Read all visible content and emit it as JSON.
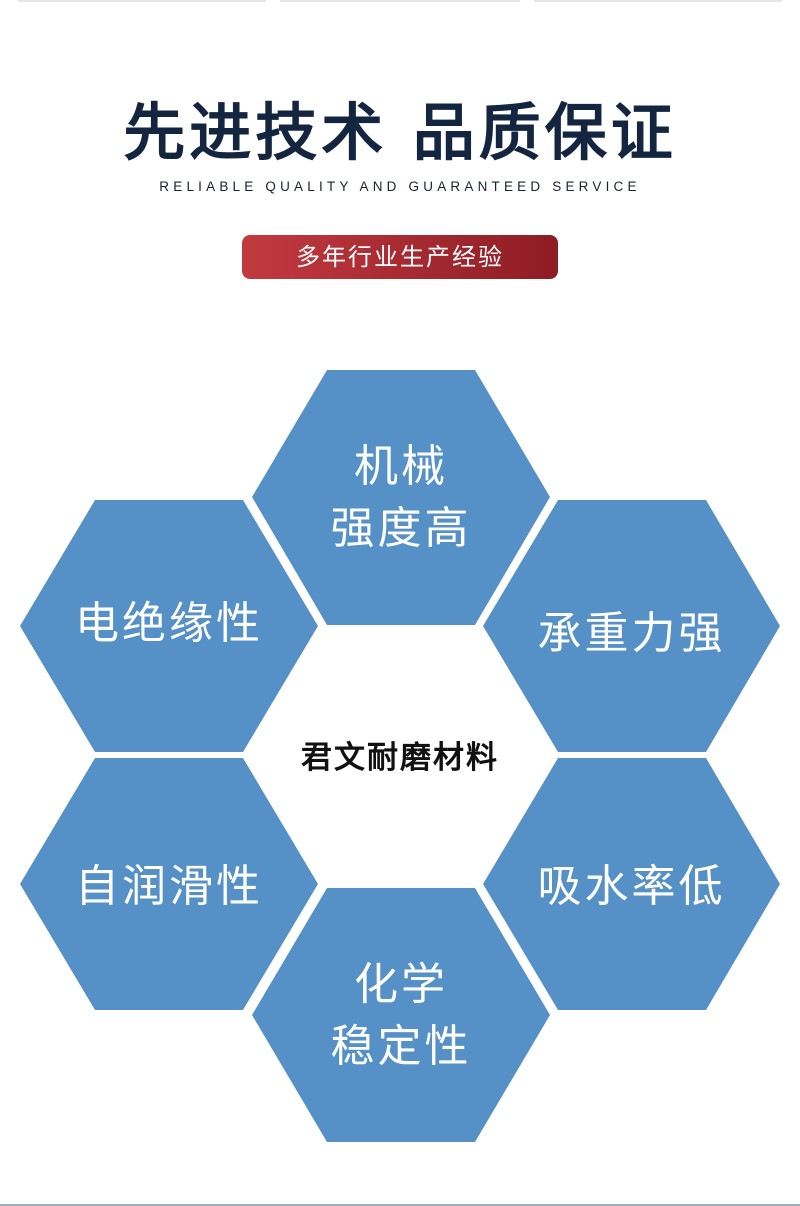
{
  "header": {
    "title": "先进技术 品质保证",
    "subtitle": "RELIABLE QUALITY AND GUARANTEED SERVICE",
    "badge": "多年行业生产经验"
  },
  "colors": {
    "hex_fill": "#5590c6",
    "title": "#142540",
    "badge": "#b02f37"
  },
  "center_label": "君文耐磨材料",
  "features": [
    {
      "line1": "机械",
      "line2": "强度高"
    },
    {
      "line1": "电绝缘性",
      "line2": ""
    },
    {
      "line1": "承重力强",
      "line2": ""
    },
    {
      "line1": "自润滑性",
      "line2": ""
    },
    {
      "line1": "吸水率低",
      "line2": ""
    },
    {
      "line1": "化学",
      "line2": "稳定性"
    }
  ]
}
